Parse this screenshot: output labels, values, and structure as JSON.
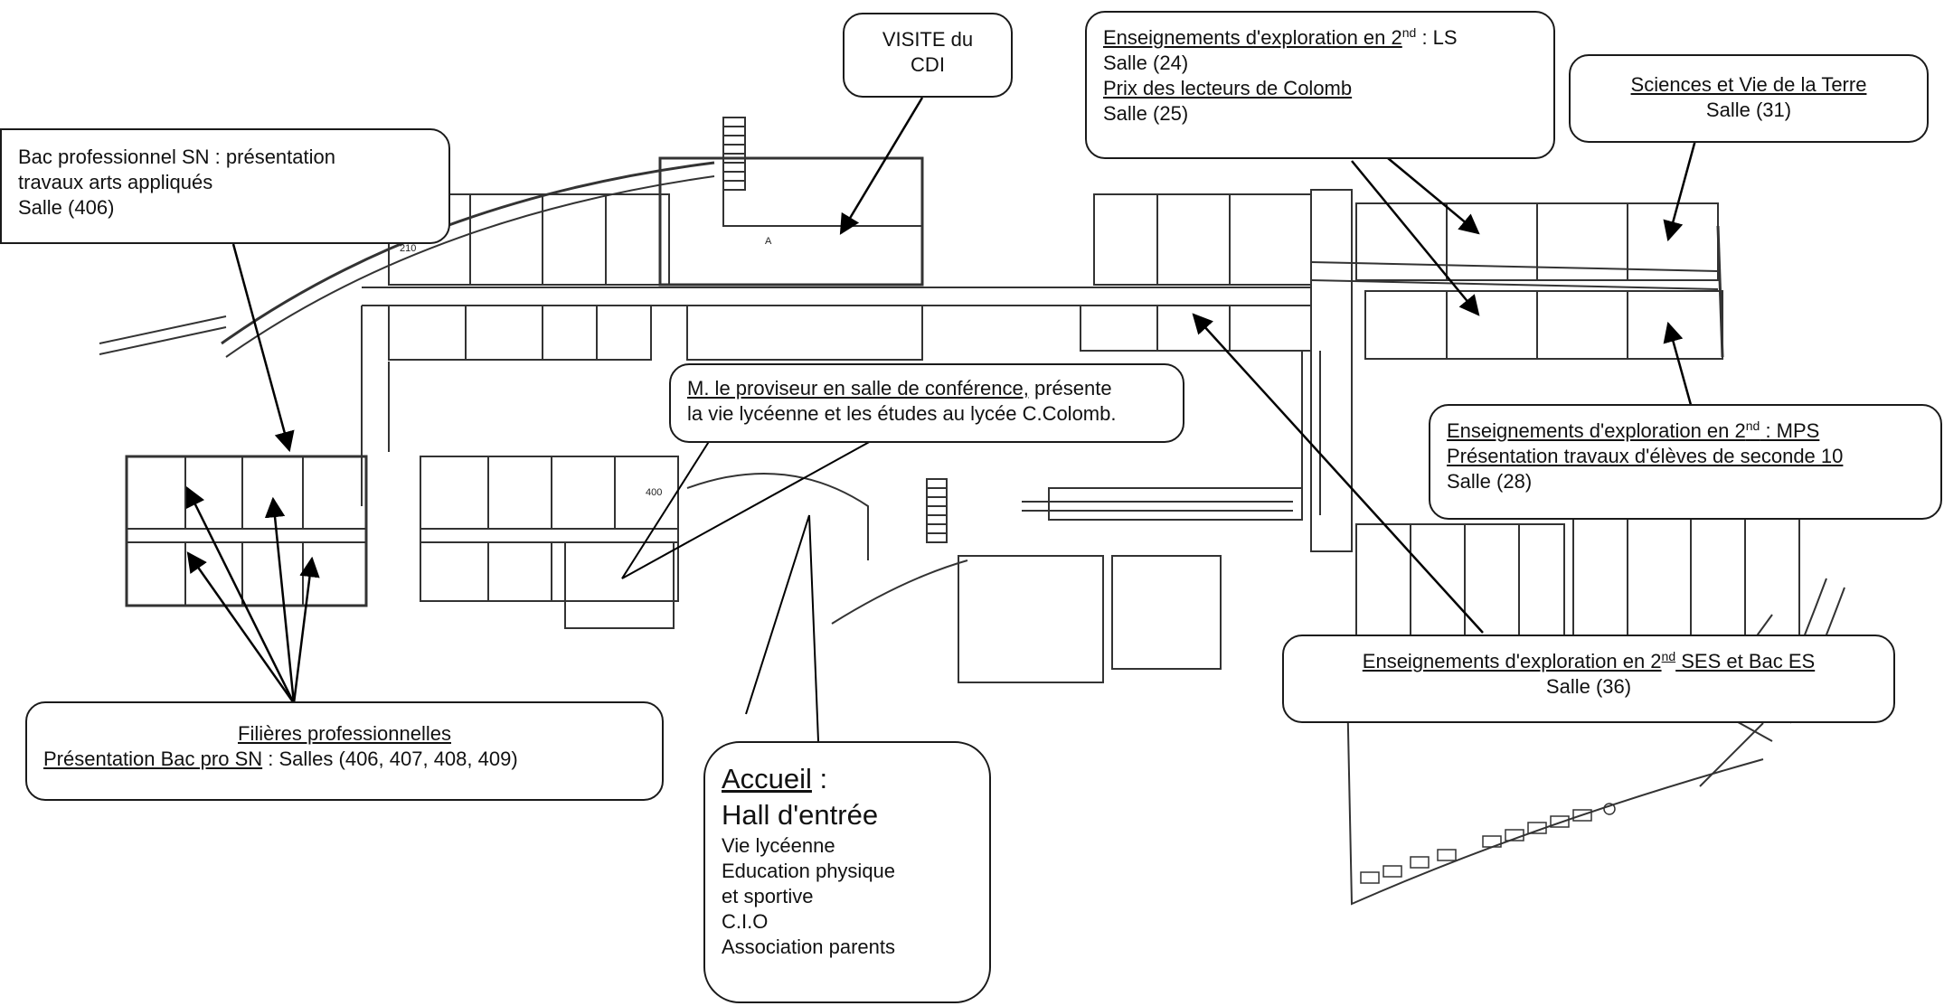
{
  "plan": {
    "room_labels": [
      "210",
      "A",
      "400"
    ]
  },
  "callouts": {
    "cdi": {
      "line1": "VISITE du",
      "line2": "CDI"
    },
    "ls": {
      "line1": "Enseignements d'exploration en 2",
      "line1_sup": "nd",
      "line1_tail": " : LS",
      "line2": "Salle (24)",
      "line3": "Prix des lecteurs de Colomb",
      "line4": "Salle (25)"
    },
    "svt": {
      "line1": "Sciences et Vie de la Terre",
      "line2": "Salle (31)"
    },
    "bacpro_sn": {
      "line1": "Bac professionnel SN : présentation",
      "line2": "travaux arts appliqués",
      "line3": "Salle (406)"
    },
    "proviseur": {
      "line1a": "M. le proviseur en salle de conférence,",
      "line1b": " présente",
      "line2": "la vie lycéenne et les études au lycée C.Colomb."
    },
    "mps": {
      "line1": "Enseignements d'exploration en 2",
      "line1_sup": "nd",
      "line1_tail": " : MPS",
      "line2": "Présentation travaux d'élèves de seconde 10",
      "line3": "Salle (28)"
    },
    "ses": {
      "line1": "Enseignements d'exploration en 2",
      "line1_sup": "nd",
      "line1_tail": " SES et Bac ES",
      "line2": "Salle (36)"
    },
    "filieres": {
      "line1": "Filières professionnelles",
      "line2a": "Présentation Bac pro SN",
      "line2b": " : Salles (406, 407, 408, 409)"
    },
    "accueil": {
      "title": "Accueil",
      "title_tail": " :",
      "subtitle": "Hall d'entrée",
      "items": [
        "Vie lycéenne",
        "Education physique",
        "et sportive",
        "C.I.O",
        "Association parents"
      ]
    }
  },
  "colors": {
    "ink": "#1a1a1a",
    "plan_line": "#333333",
    "background": "#ffffff"
  }
}
